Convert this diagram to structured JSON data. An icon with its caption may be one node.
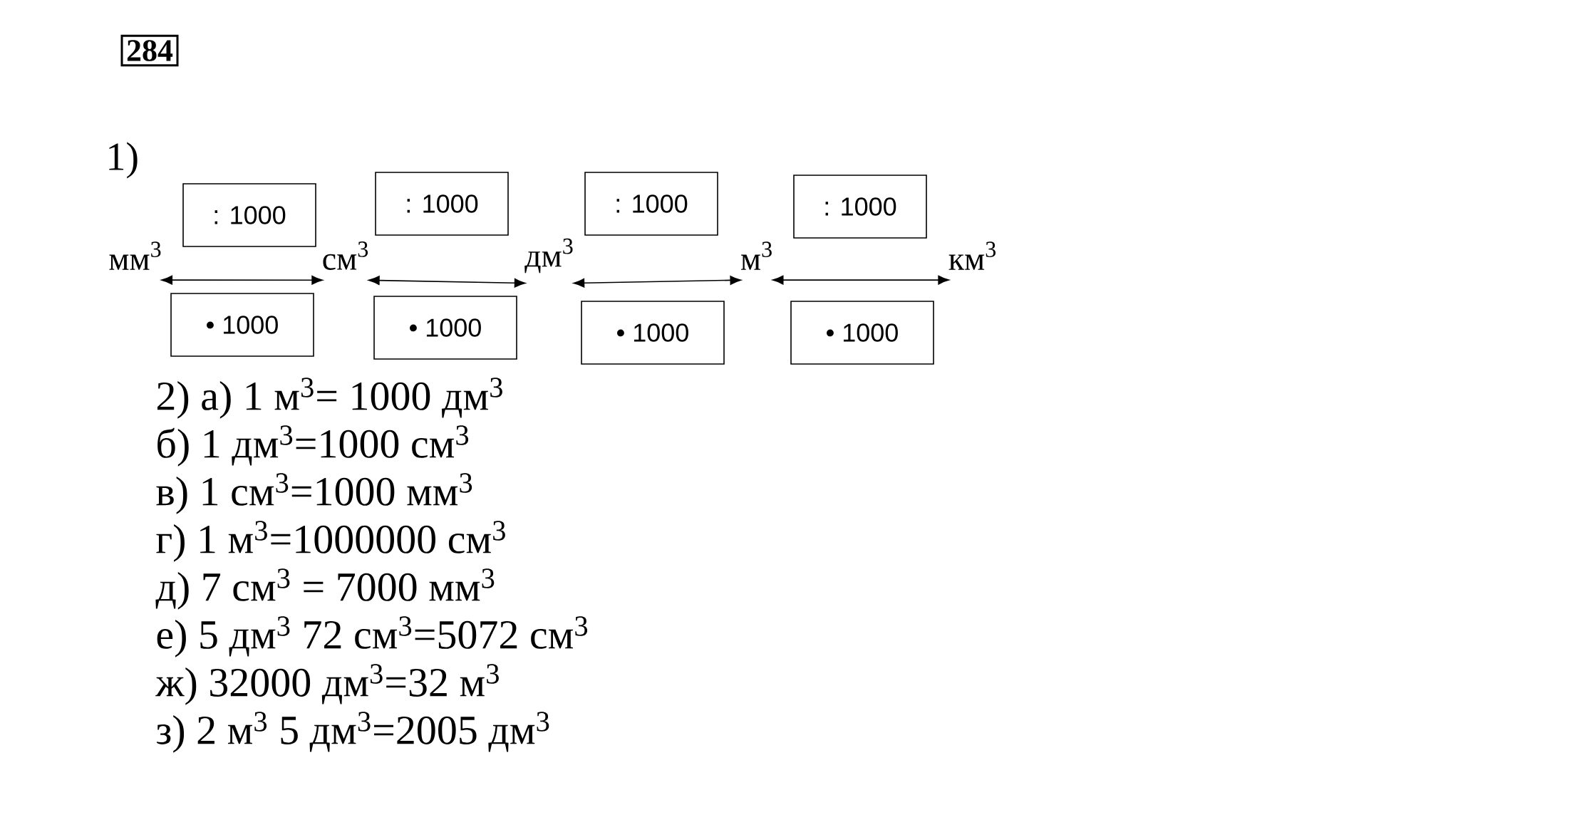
{
  "diagram": {
    "title": "284",
    "nodes": [
      {
        "text": [
          "мм$^{3}$"
        ]
      },
      {
        "text": [
          "см$^{3}$"
        ]
      },
      {
        "text": [
          "дм$^{3}$"
        ]
      },
      {
        "text": [
          "м$^{3}$"
        ]
      },
      {
        "text": [
          "км$^{3}$"
        ]
      },
      {
        "text": [
          ": 1000"
        ]
      },
      {
        "text": [
          ": 1000"
        ]
      },
      {
        "text": [
          ": 1000"
        ]
      },
      {
        "text": [
          ": 1000"
        ]
      },
      {
        "text": [
          "• 1000"
        ]
      },
      {
        "text": [
          "• 1000"
        ]
      },
      {
        "text": [
          "• 1000"
        ]
      },
      {
        "text": [
          "• 1000"
        ]
      }
    ],
    "edges": [
      {
        "from": 0,
        "to": 1,
        "arrow": "both"
      },
      {
        "from": 1,
        "to": 2,
        "arrow": "both"
      },
      {
        "from": 2,
        "to": 3,
        "arrow": "both"
      },
      {
        "from": 3,
        "to": 4,
        "arrow": "both"
      }
    ],
    "labels": [
      "1)",
      "2) а) 1 м$^{3}$= 1000 дм$^{3}$",
      "б) 1 дм$^{3}$=1000 см$^{3}$",
      "в) 1 см$^{3}$=1000 мм$^{3}$",
      "г) 1 м$^{3}$=1000000 см$^{3}$",
      "д) 7 см$^{3}$ = 7000 мм$^{3}$",
      "е) 5 дм$^{3}$ 72 см$^{3}$=5072 см$^{3}$",
      "ж) 32000 дм$^{3}$=32 м$^{3}$",
      "з) 2 м$^{3}$ 5 дм$^{3}$=2005 дм$^{3}$"
    ]
  }
}
